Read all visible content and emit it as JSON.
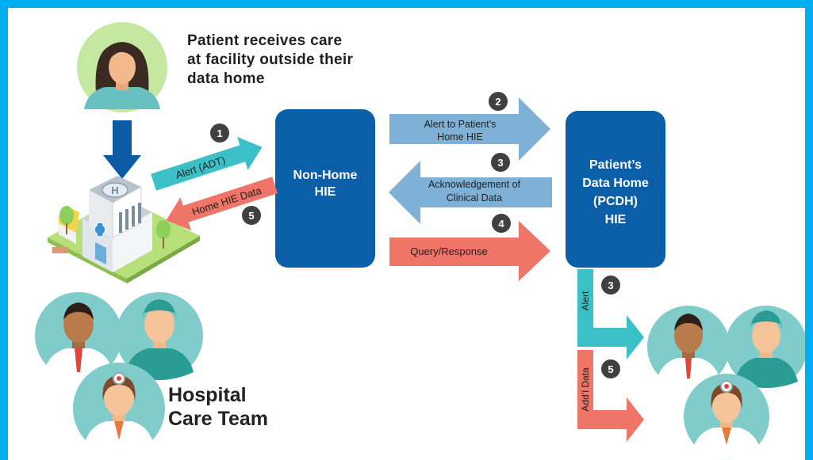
{
  "patient_caption": [
    "Patient receives care",
    "at facility outside their",
    "data home"
  ],
  "hospital_team_caption": [
    "Hospital",
    "Care Team"
  ],
  "non_home_hie": [
    "Non-Home",
    "HIE"
  ],
  "pcdh_hie": [
    "Patient’s",
    "Data Home",
    "(PCDH)",
    "HIE"
  ],
  "arrows": {
    "alert_adt": "Alert (ADT)",
    "home_hie_data": "Home HIE Data",
    "alert_to_home": [
      "Alert to Patient’s",
      "Home HIE"
    ],
    "acknowledgement": [
      "Acknowledgement of",
      "Clinical Data"
    ],
    "query_response": "Query/Response",
    "alert_down": "Alert",
    "addl_data": "Add’l Data"
  },
  "steps": {
    "s1": "1",
    "s5_left": "5",
    "s2": "2",
    "s3_ack": "3",
    "s4": "4",
    "s3_alert": "3",
    "s5_right": "5"
  },
  "colors": {
    "frame": "#00aeef",
    "hie_box": "#0a5fa8",
    "teal_arrow": "#3cc0c8",
    "salmon_arrow": "#ef7568",
    "blue_arrow": "#7fb0d6",
    "step_badge": "#404040",
    "down_arrow": "#0b5aa6"
  }
}
